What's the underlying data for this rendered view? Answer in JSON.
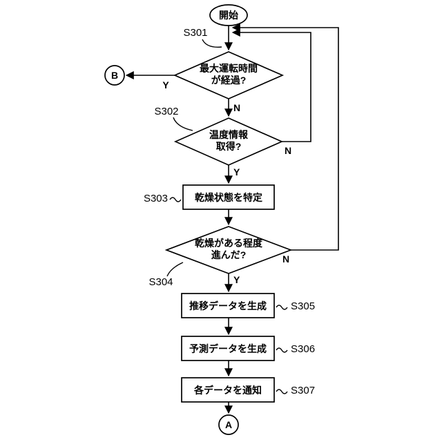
{
  "diagram": {
    "start": "開始",
    "end_connector": "A",
    "side_connector": "B",
    "yes": "Y",
    "no": "N",
    "nodes": {
      "d1": {
        "label": "S301",
        "line1": "最大運転時間",
        "line2": "が経過?"
      },
      "d2": {
        "label": "S302",
        "line1": "温度情報",
        "line2": "取得?"
      },
      "p1": {
        "label": "S303",
        "text": "乾燥状態を特定"
      },
      "d3": {
        "label": "S304",
        "line1": "乾燥がある程度",
        "line2": "進んだ?"
      },
      "p2": {
        "label": "S305",
        "text": "推移データを生成"
      },
      "p3": {
        "label": "S306",
        "text": "予測データを生成"
      },
      "p4": {
        "label": "S307",
        "text": "各データを通知"
      }
    }
  }
}
